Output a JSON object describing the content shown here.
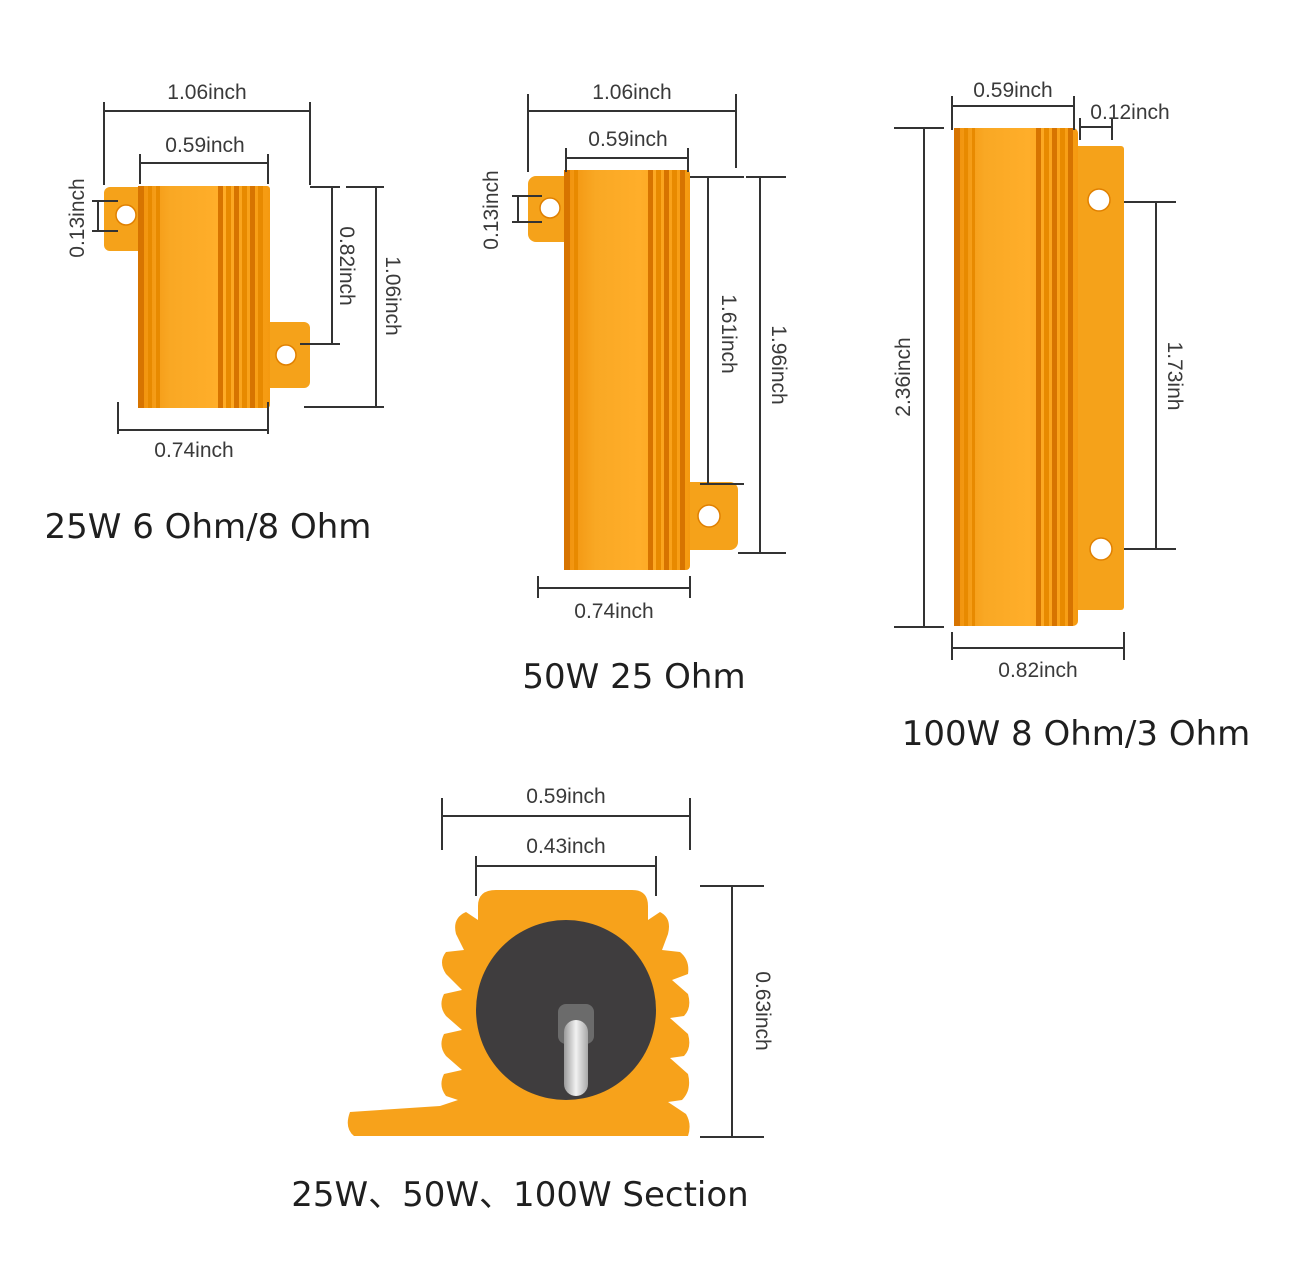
{
  "colors": {
    "body": "#f7a21b",
    "fin": "#e88a00",
    "disc": "#3f3d3e",
    "lead": "#cfcfcf",
    "dimension_line": "#333333"
  },
  "r25": {
    "caption": "25W 6 Ohm/8 Ohm",
    "width_total": "1.06inch",
    "width_body": "0.59inch",
    "hole": "0.13inch",
    "hole_span": "0.82inch",
    "height_total": "1.06inch",
    "width_bottom": "0.74inch"
  },
  "r50": {
    "caption": "50W 25 Ohm",
    "width_total": "1.06inch",
    "width_body": "0.59inch",
    "hole": "0.13inch",
    "hole_span": "1.61inch",
    "height_total": "1.96inch",
    "width_bottom": "0.74inch"
  },
  "r100": {
    "caption": "100W 8 Ohm/3 Ohm",
    "width_body": "0.59inch",
    "flange": "0.12inch",
    "height_total": "2.36inch",
    "hole_span": "1.73inh",
    "width_bottom": "0.82inch"
  },
  "section": {
    "caption": "25W、50W、100W Section",
    "width_total": "0.59inch",
    "width_core": "0.43inch",
    "height": "0.63inch"
  }
}
